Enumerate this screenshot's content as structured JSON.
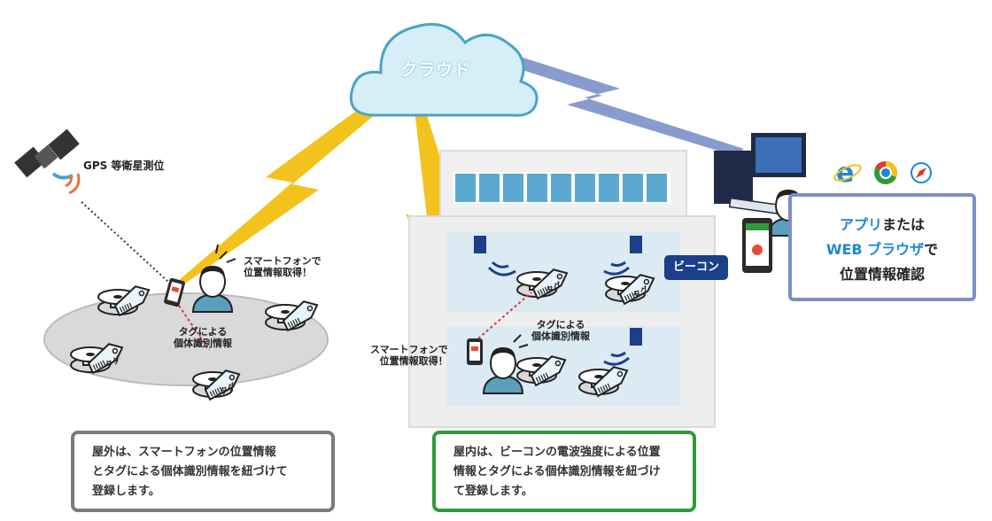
{
  "cloud": {
    "label": "クラウド"
  },
  "outdoor": {
    "satellite_label": "GPS 等衛星測位",
    "phone_label_line1": "スマートフォンで",
    "phone_label_line2": "位置情報取得！",
    "tag_label_line1": "タグによる",
    "tag_label_line2": "個体識別情報",
    "tag_text": "タグ",
    "description_lines": [
      "屋外は、スマートフォンの位置情報",
      "とタグによる個体識別情報を紐づけて",
      "登録します。"
    ]
  },
  "indoor": {
    "beacon_label": "ビーコン",
    "phone_label_line1": "スマートフォンで",
    "phone_label_line2": "位置情報取得！",
    "tag_label_line1": "タグによる",
    "tag_label_line2": "個体識別情報",
    "tag_text": "タグ",
    "description_lines": [
      "屋内は、ビーコンの電波強度による位置",
      "情報とタグによる個体識別情報を紐づけ",
      "て登録します。"
    ]
  },
  "viewer": {
    "line1_prefix": "アプリ",
    "line1_suffix": "または",
    "line2_prefix": "WEB ブラウザ",
    "line2_suffix": "で",
    "line3": "位置情報確認",
    "browser_icons": [
      "ie-icon",
      "chrome-icon",
      "safari-icon"
    ]
  },
  "colors": {
    "lightning": "#f3c21c",
    "cloud_fill": "#d6eef7",
    "cloud_stroke": "#4aa3c8",
    "beacon": "#1b3f8a",
    "connection_blue": "#7b90c9"
  }
}
